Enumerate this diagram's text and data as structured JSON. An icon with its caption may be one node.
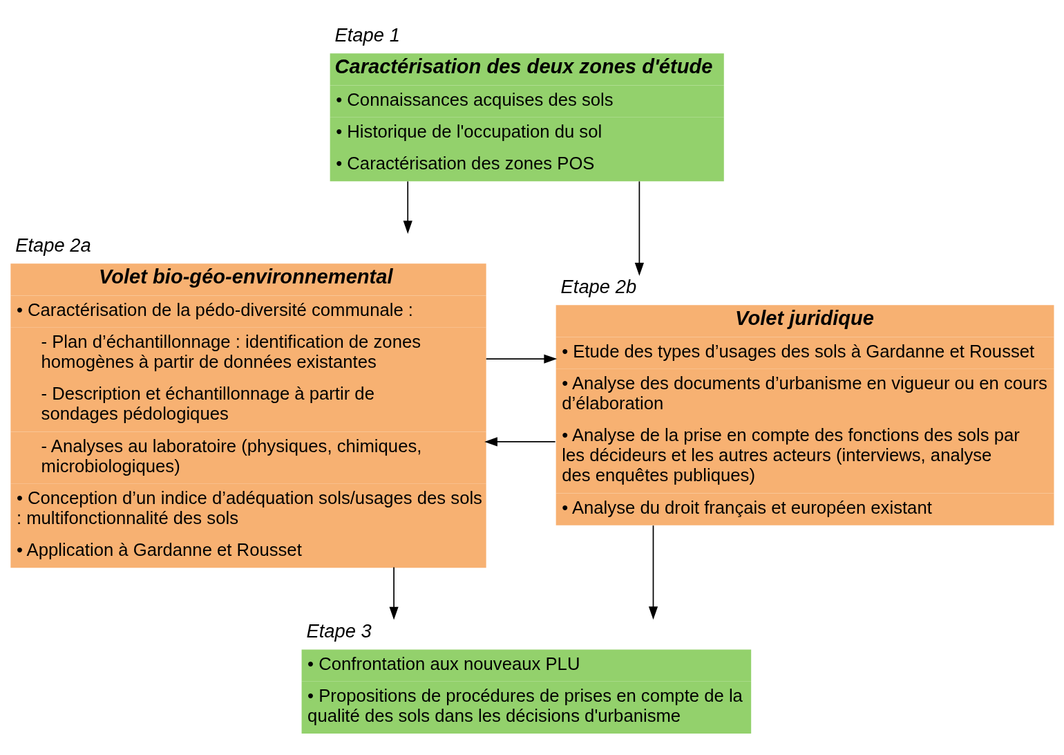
{
  "diagram": {
    "nodes": [
      {
        "text": [
          "Etape 1",
          "Caractérisation des deux zones d'étude",
          "• Connaissances acquises des sols",
          "• Historique de l'occupation du sol",
          "• Caractérisation des zones POS"
        ]
      },
      {
        "text": [
          "Etape 2a",
          "Volet bio-géo-environnemental",
          "• Caractérisation de la pédo-diversité communale :",
          "- Plan d’échantillonnage : identification de zones homogènes à partir de données existantes",
          "- Description et échantillonnage à partir de sondages pédologiques",
          "- Analyses au laboratoire (physiques, chimiques, microbiologiques)",
          "• Conception d’un indice d’adéquation sols/usages des sols : multifonctionnalité des sols",
          "• Application à Gardanne et Rousset"
        ]
      },
      {
        "text": [
          "Etape 2b",
          "Volet juridique",
          "• Etude des types d’usages des sols à Gardanne et Rousset",
          "• Analyse des documents d’urbanisme en vigueur ou en cours d’élaboration",
          "• Analyse de la prise en compte des fonctions des sols par les décideurs et les autres acteurs (interviews, analyse des enquêtes publiques)",
          "• Analyse du droit français et européen existant"
        ]
      },
      {
        "text": [
          "Etape 3",
          "• Confrontation aux nouveaux PLU",
          "• Propositions de procédures de prises en compte de la qualité des sols dans les décisions d'urbanisme"
        ]
      }
    ],
    "edges": [
      {
        "from": 0,
        "to": 1,
        "arrow": "to"
      },
      {
        "from": 0,
        "to": 2,
        "arrow": "to"
      },
      {
        "from": 2,
        "to": 1,
        "arrow": "to"
      },
      {
        "from": 1,
        "to": 2,
        "arrow": "to"
      },
      {
        "from": 1,
        "to": 3,
        "arrow": "to"
      },
      {
        "from": 2,
        "to": 3,
        "arrow": "to"
      }
    ]
  }
}
